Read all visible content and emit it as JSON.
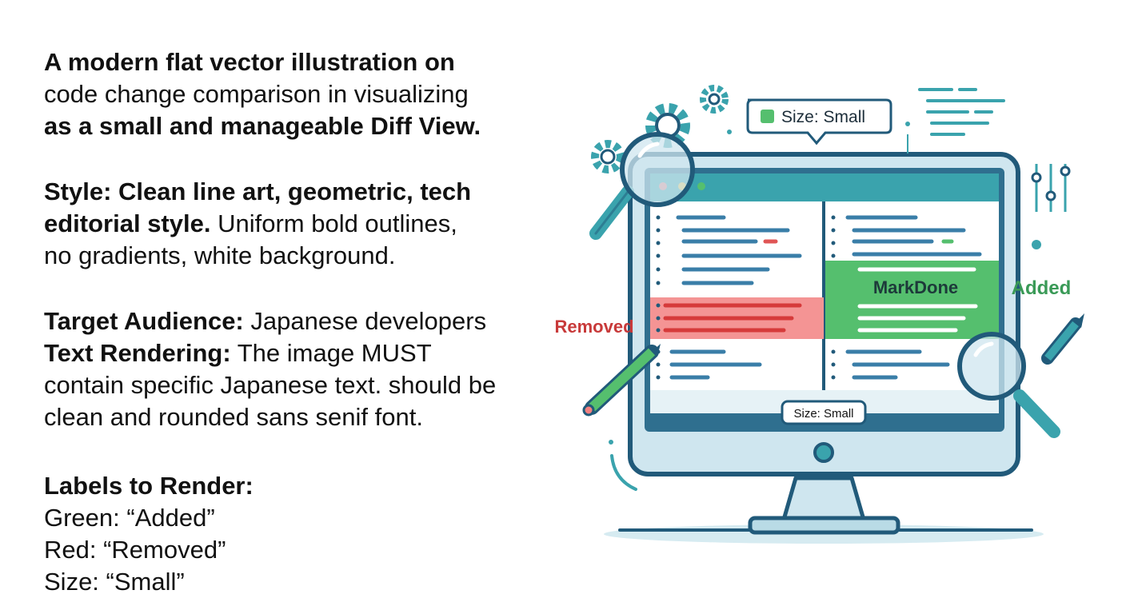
{
  "intro": {
    "lines": [
      "A modern flat vector illustration on",
      "code change comparison in visualizing",
      "as a small and manageable Diff View."
    ]
  },
  "style": {
    "line1_bold": "Style: Clean line art, geometric, tech",
    "line2_bold": "editorial style.",
    "line2_rest": " Uniform bold outlines,",
    "line3": "no gradients, white background."
  },
  "audience": {
    "label": "Target Audience:",
    "value": " Japanese developers"
  },
  "rendering": {
    "label": "Text Rendering:",
    "line1_rest": " The image MUST",
    "line2": "contain specific Japanese text. should be",
    "line3": "clean and rounded sans senif font."
  },
  "labels_section": {
    "heading": "Labels to Render:",
    "green": "Green: “Added”",
    "red": "Red: “Removed”",
    "size": "Size: “Small”"
  },
  "illustration": {
    "tooltip_label": "Size: Small",
    "bottom_badge": "Size: Small",
    "added_label": "Added",
    "removed_label": "Removed",
    "markdone_label": "MarkDone",
    "colors": {
      "outline": "#215a7a",
      "teal": "#3aa3ad",
      "screen_light": "#cfe6ef",
      "added_green": "#55bf6e",
      "removed_red": "#f38080",
      "added_text": "#3a9a57",
      "removed_text": "#c83a3a"
    }
  }
}
